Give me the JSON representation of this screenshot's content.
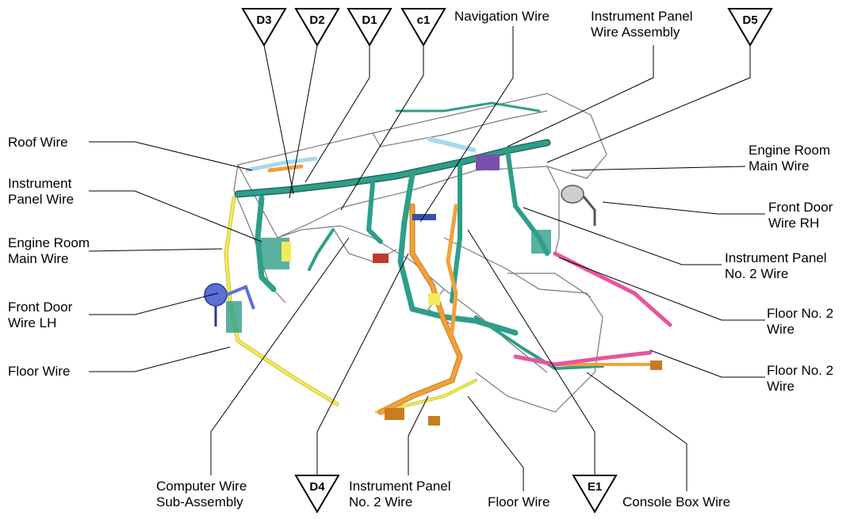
{
  "connector_markers": {
    "d3": "D3",
    "d2": "D2",
    "d1": "D1",
    "c1": "c1",
    "d5": "D5",
    "d4": "D4",
    "e1": "E1"
  },
  "labels": {
    "navigation_wire": [
      "Navigation Wire"
    ],
    "ip_wire_assembly": [
      "Instrument Panel",
      "Wire Assembly"
    ],
    "roof_wire": [
      "Roof Wire"
    ],
    "instrument_panel_wire": [
      "Instrument",
      "Panel Wire"
    ],
    "engine_room_main_left": [
      "Engine Room",
      "Main Wire"
    ],
    "front_door_lh": [
      "Front Door",
      "Wire LH"
    ],
    "floor_wire_left": [
      "Floor Wire"
    ],
    "engine_room_main_right": [
      "Engine Room",
      "Main Wire"
    ],
    "front_door_rh": [
      "Front Door",
      "Wire RH"
    ],
    "ip_no2_right": [
      "Instrument Panel",
      "No. 2 Wire"
    ],
    "floor_no2_upper": [
      "Floor No. 2",
      "Wire"
    ],
    "floor_no2_lower": [
      "Floor No. 2",
      "Wire"
    ],
    "computer_wire_sub": [
      "Computer Wire",
      "Sub-Assembly"
    ],
    "ip_no2_bottom": [
      "Instrument Panel",
      "No. 2 Wire"
    ],
    "floor_wire_bottom": [
      "Floor Wire"
    ],
    "console_box_wire": [
      "Console Box Wire"
    ]
  },
  "colors": {
    "harness_teal": "#2e9e8a",
    "harness_dark": "#1f6d5f",
    "orange": "#f2a03a",
    "yellow": "#f2ec5a",
    "pink": "#e8559a",
    "blue": "#5a6fd8",
    "light_blue": "#a9d8ef",
    "purple": "#7a4fb0",
    "grey": "#b5b5b5"
  }
}
